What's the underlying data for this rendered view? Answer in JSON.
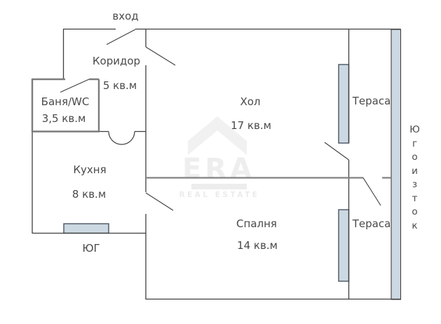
{
  "labels": {
    "entrance": "вход",
    "south": "ЮГ",
    "southeast": "Югоизток"
  },
  "rooms": {
    "corridor": {
      "name": "Коридор",
      "area": "5 кв.м"
    },
    "bathroom": {
      "name": "Баня/WC",
      "area": "3,5 кв.м"
    },
    "kitchen": {
      "name": "Кухня",
      "area": "8 кв.м"
    },
    "hall": {
      "name": "Хол",
      "area": "17 кв.м"
    },
    "bedroom": {
      "name": "Спалня",
      "area": "14 кв.м"
    },
    "terrace_top": {
      "name": "Тераса"
    },
    "terrace_bottom": {
      "name": "Тераса"
    }
  },
  "watermark": {
    "brand": "ERA",
    "tagline": "REAL ESTATE"
  },
  "colors": {
    "wall": "#3f3f3f",
    "partition": "#828282",
    "window_fill": "#ccd9e3",
    "window_stroke": "#4a5560",
    "text": "#4a4a4a",
    "watermark_gray": "#eeeeee"
  }
}
